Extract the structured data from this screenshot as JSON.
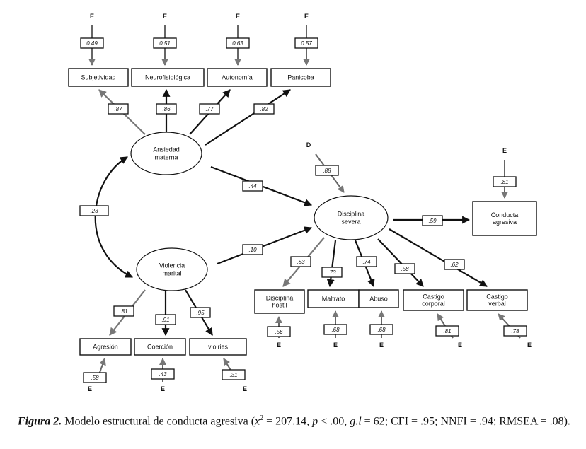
{
  "figure": {
    "caption_label": "Figura 2.",
    "caption_text": " Modelo estructural de conducta agresiva (",
    "chi_symbol": "x",
    "chi_sup": "2",
    "chi_value": " = 207.14, ",
    "p_symbol": "p",
    "p_value": " < .00, ",
    "gl_symbol": "g.l",
    "gl_value": " = 62; CFI = .95; NNFI = .94; RMSEA = .08)."
  },
  "colors": {
    "gray_arrow": "#777777",
    "black_arrow": "#111111"
  },
  "latent": [
    {
      "id": "ansiedad",
      "lines": [
        "Ansiedad",
        "materna"
      ]
    },
    {
      "id": "violencia",
      "lines": [
        "Violencia",
        "marital"
      ]
    },
    {
      "id": "disciplina",
      "lines": [
        "Disciplina",
        "severa"
      ]
    }
  ],
  "observed": [
    {
      "id": "subjetividad",
      "lines": [
        "Subjetividad"
      ]
    },
    {
      "id": "neurofisiologica",
      "lines": [
        "Neurofisiológica"
      ]
    },
    {
      "id": "autonomia",
      "lines": [
        "Autonomía"
      ]
    },
    {
      "id": "panicoba",
      "lines": [
        "Panicoba"
      ]
    },
    {
      "id": "agresion",
      "lines": [
        "Agresión"
      ]
    },
    {
      "id": "coercion",
      "lines": [
        "Coerción"
      ]
    },
    {
      "id": "violries",
      "lines": [
        "violries"
      ]
    },
    {
      "id": "disc_hostil",
      "lines": [
        "Disciplina",
        "hostil"
      ]
    },
    {
      "id": "maltrato",
      "lines": [
        "Maltrato"
      ]
    },
    {
      "id": "abuso",
      "lines": [
        "Abuso"
      ]
    },
    {
      "id": "castigo_corporal",
      "lines": [
        "Castigo",
        "corporal"
      ]
    },
    {
      "id": "castigo_verbal",
      "lines": [
        "Castigo",
        "verbal"
      ]
    },
    {
      "id": "conducta",
      "lines": [
        "Conducta",
        "agresiva"
      ]
    }
  ],
  "paths": [
    {
      "from": "ansiedad",
      "to": "subjetividad",
      "coef": ".87",
      "color": "gray"
    },
    {
      "from": "ansiedad",
      "to": "neurofisiologica",
      "coef": ".86",
      "color": "black"
    },
    {
      "from": "ansiedad",
      "to": "autonomia",
      "coef": ".77",
      "color": "black"
    },
    {
      "from": "ansiedad",
      "to": "panicoba",
      "coef": ".82",
      "color": "black"
    },
    {
      "from": "ansiedad",
      "to": "disciplina",
      "coef": ".44",
      "color": "black"
    },
    {
      "from": "violencia",
      "to": "disciplina",
      "coef": ".10",
      "color": "black"
    },
    {
      "from": "violencia",
      "to": "agresion",
      "coef": ".81",
      "color": "gray"
    },
    {
      "from": "violencia",
      "to": "coercion",
      "coef": ".91",
      "color": "black"
    },
    {
      "from": "violencia",
      "to": "violries",
      "coef": ".95",
      "color": "black"
    },
    {
      "from": "disciplina",
      "to": "disc_hostil",
      "coef": ".83",
      "color": "gray"
    },
    {
      "from": "disciplina",
      "to": "maltrato",
      "coef": ".73",
      "color": "black"
    },
    {
      "from": "disciplina",
      "to": "abuso",
      "coef": ".74",
      "color": "black"
    },
    {
      "from": "disciplina",
      "to": "castigo_corporal",
      "coef": ".58",
      "color": "black"
    },
    {
      "from": "disciplina",
      "to": "castigo_verbal",
      "coef": ".62",
      "color": "black"
    },
    {
      "from": "disciplina",
      "to": "conducta",
      "coef": ".59",
      "color": "black"
    }
  ],
  "covariance": {
    "between": [
      "ansiedad",
      "violencia"
    ],
    "coef": ".23"
  },
  "errors": [
    {
      "label": "E",
      "to": "subjetividad",
      "coef": "0.49"
    },
    {
      "label": "E",
      "to": "neurofisiologica",
      "coef": "0.51"
    },
    {
      "label": "E",
      "to": "autonomia",
      "coef": "0.63"
    },
    {
      "label": "E",
      "to": "panicoba",
      "coef": "0.57"
    },
    {
      "label": "E",
      "to": "agresion",
      "coef": ".58"
    },
    {
      "label": "E",
      "to": "coercion",
      "coef": ".43"
    },
    {
      "label": "E",
      "to": "violries",
      "coef": ".31"
    },
    {
      "label": "E",
      "to": "disc_hostil",
      "coef": ".56"
    },
    {
      "label": "E",
      "to": "maltrato",
      "coef": ".68"
    },
    {
      "label": "E",
      "to": "abuso",
      "coef": ".68"
    },
    {
      "label": "E",
      "to": "castigo_corporal",
      "coef": ".81"
    },
    {
      "label": "E",
      "to": "castigo_verbal",
      "coef": ".78"
    },
    {
      "label": "E",
      "to": "conducta",
      "coef": ".81"
    },
    {
      "label": "D",
      "to": "disciplina",
      "coef": ".88"
    }
  ]
}
